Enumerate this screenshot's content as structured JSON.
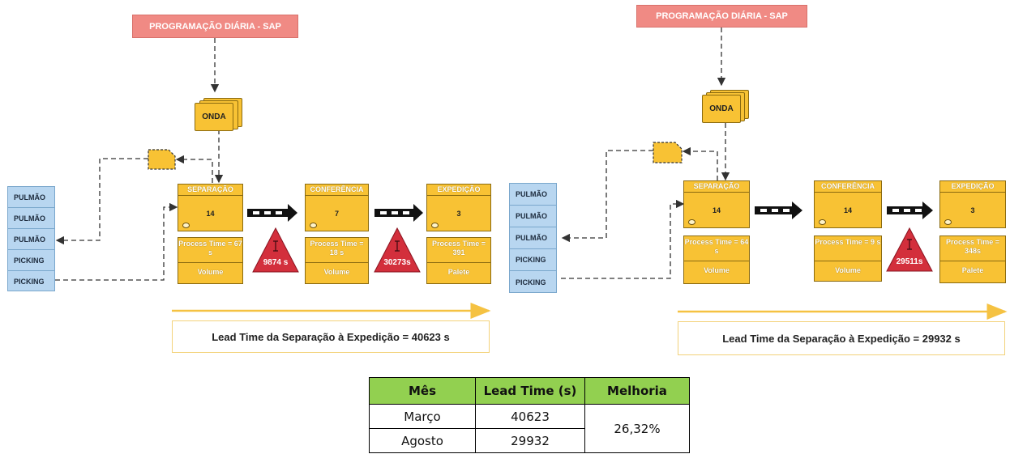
{
  "left_diagram": {
    "header": "PROGRAMAÇÃO DIÁRIA - SAP",
    "onda": "ONDA",
    "stock_items": [
      "PULMÃO",
      "PULMÃO",
      "PULMÃO",
      "PICKING",
      "PICKING"
    ],
    "processes": [
      {
        "title": "SEPARAÇÃO",
        "value": "14",
        "process_time": "Process Time = 67 s",
        "unit": "Volume"
      },
      {
        "title": "CONFERÊNCIA",
        "value": "7",
        "process_time": "Process Time = 18 s",
        "unit": "Volume"
      },
      {
        "title": "EXPEDIÇÃO",
        "value": "3",
        "process_time": "Process Time = 391",
        "unit": "Palete"
      }
    ],
    "inventories": [
      "9874 s",
      "30273s"
    ],
    "lead_time": "Lead Time da Separação à Expedição = 40623 s"
  },
  "right_diagram": {
    "header": "PROGRAMAÇÃO DIÁRIA - SAP",
    "onda": "ONDA",
    "stock_items": [
      "PULMÃO",
      "PULMÃO",
      "PULMÃO",
      "PICKING",
      "PICKING"
    ],
    "processes": [
      {
        "title": "SEPARAÇÃO",
        "value": "14",
        "process_time": "Process Time = 64 s",
        "unit": "Volume"
      },
      {
        "title": "CONFERÊNCIA",
        "value": "14",
        "process_time": "Process Time = 9 s",
        "unit": "Volume"
      },
      {
        "title": "EXPEDIÇÃO",
        "value": "3",
        "process_time": "Process Time = 348s",
        "unit": "Palete"
      }
    ],
    "inventories": [
      "29511s"
    ],
    "lead_time": "Lead Time da Separação à Expedição = 29932 s"
  },
  "summary_table": {
    "headers": [
      "Mês",
      "Lead Time (s)",
      "Melhoria"
    ],
    "rows": [
      {
        "month": "Março",
        "lead_time": "40623"
      },
      {
        "month": "Agosto",
        "lead_time": "29932"
      }
    ],
    "improvement": "26,32%"
  },
  "colors": {
    "header": "#f08a84",
    "process": "#f8c234",
    "stock": "#b8d6f0",
    "inventory": "#d32f3c",
    "table_header": "#92d050",
    "timeline": "#f5c242"
  }
}
